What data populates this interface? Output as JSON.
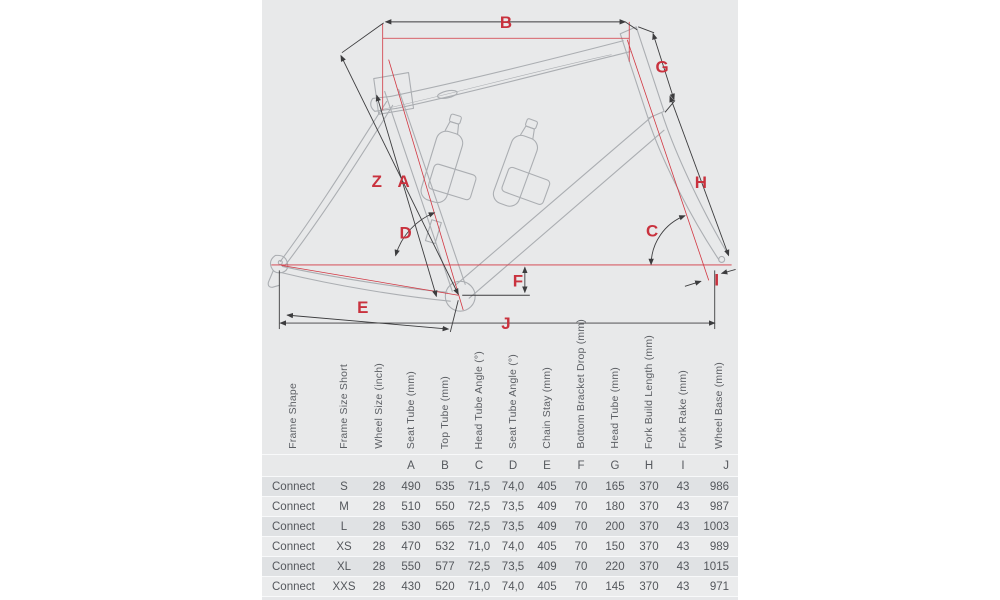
{
  "diagram": {
    "labels": {
      "top_tube": "B",
      "head_tube_length": "G",
      "frame_size": "Z",
      "seat_tube": "A",
      "seat_tube_angle": "D",
      "head_tube_angle": "C",
      "fork_build_length": "H",
      "bottom_bracket_drop": "F",
      "chain_stay": "E",
      "fork_rake": "I",
      "wheel_base": "J"
    }
  },
  "table": {
    "headers": [
      "Frame Shape",
      "Frame Size Short",
      "Wheel Size (inch)",
      "Seat Tube (mm)",
      "Top Tube (mm)",
      "Head Tube Angle (°)",
      "Seat Tube Angle (°)",
      "Chain Stay (mm)",
      "Bottom Bracket Drop (mm)",
      "Head Tube (mm)",
      "Fork Build Length (mm)",
      "Fork Rake (mm)",
      "Wheel Base (mm)"
    ],
    "letter_row": [
      "",
      "",
      "",
      "A",
      "B",
      "C",
      "D",
      "E",
      "F",
      "G",
      "H",
      "I",
      "J"
    ],
    "rows": [
      [
        "Connect",
        "S",
        "28",
        "490",
        "535",
        "71,5",
        "74,0",
        "405",
        "70",
        "165",
        "370",
        "43",
        "986"
      ],
      [
        "Connect",
        "M",
        "28",
        "510",
        "550",
        "72,5",
        "73,5",
        "409",
        "70",
        "180",
        "370",
        "43",
        "987"
      ],
      [
        "Connect",
        "L",
        "28",
        "530",
        "565",
        "72,5",
        "73,5",
        "409",
        "70",
        "200",
        "370",
        "43",
        "1003"
      ],
      [
        "Connect",
        "XS",
        "28",
        "470",
        "532",
        "71,0",
        "74,0",
        "405",
        "70",
        "150",
        "370",
        "43",
        "989"
      ],
      [
        "Connect",
        "XL",
        "28",
        "550",
        "577",
        "72,5",
        "73,5",
        "409",
        "70",
        "220",
        "370",
        "43",
        "1015"
      ],
      [
        "Connect",
        "XXS",
        "28",
        "430",
        "520",
        "71,0",
        "74,0",
        "405",
        "70",
        "145",
        "370",
        "43",
        "971"
      ]
    ]
  },
  "colors": {
    "band_background": "#e8e9ea",
    "row_dark": "#e0e2e4",
    "row_light": "#ebeced",
    "dimension_red": "#c9323e",
    "dimension_black": "#3c3c3e",
    "frame_gray": "#abaeb2",
    "text": "#54575c"
  }
}
